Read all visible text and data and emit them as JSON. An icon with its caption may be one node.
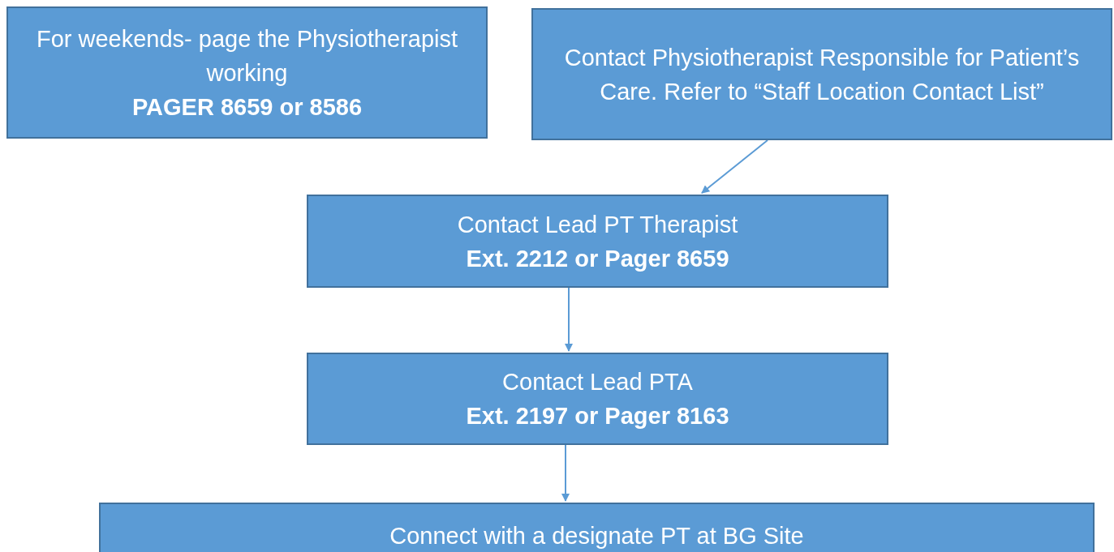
{
  "diagram": {
    "nodes": [
      {
        "text": [
          "For weekends- page the Physiotherapist working",
          "PAGER 8659 or 8586"
        ]
      },
      {
        "text": [
          "Contact Physiotherapist Responsible for Patient’s Care. Refer to “Staff Location Contact List”"
        ]
      },
      {
        "text": [
          "Contact Lead PT Therapist",
          "Ext. 2212 or Pager 8659"
        ]
      },
      {
        "text": [
          "Contact Lead PTA",
          "Ext. 2197 or Pager 8163"
        ]
      },
      {
        "text": [
          "Connect with a designate PT at BG Site"
        ]
      }
    ],
    "edges": [
      {
        "from": 1,
        "to": 2,
        "arrow": "to"
      },
      {
        "from": 2,
        "to": 3,
        "arrow": "to"
      },
      {
        "from": 3,
        "to": 4,
        "arrow": "to"
      }
    ]
  }
}
